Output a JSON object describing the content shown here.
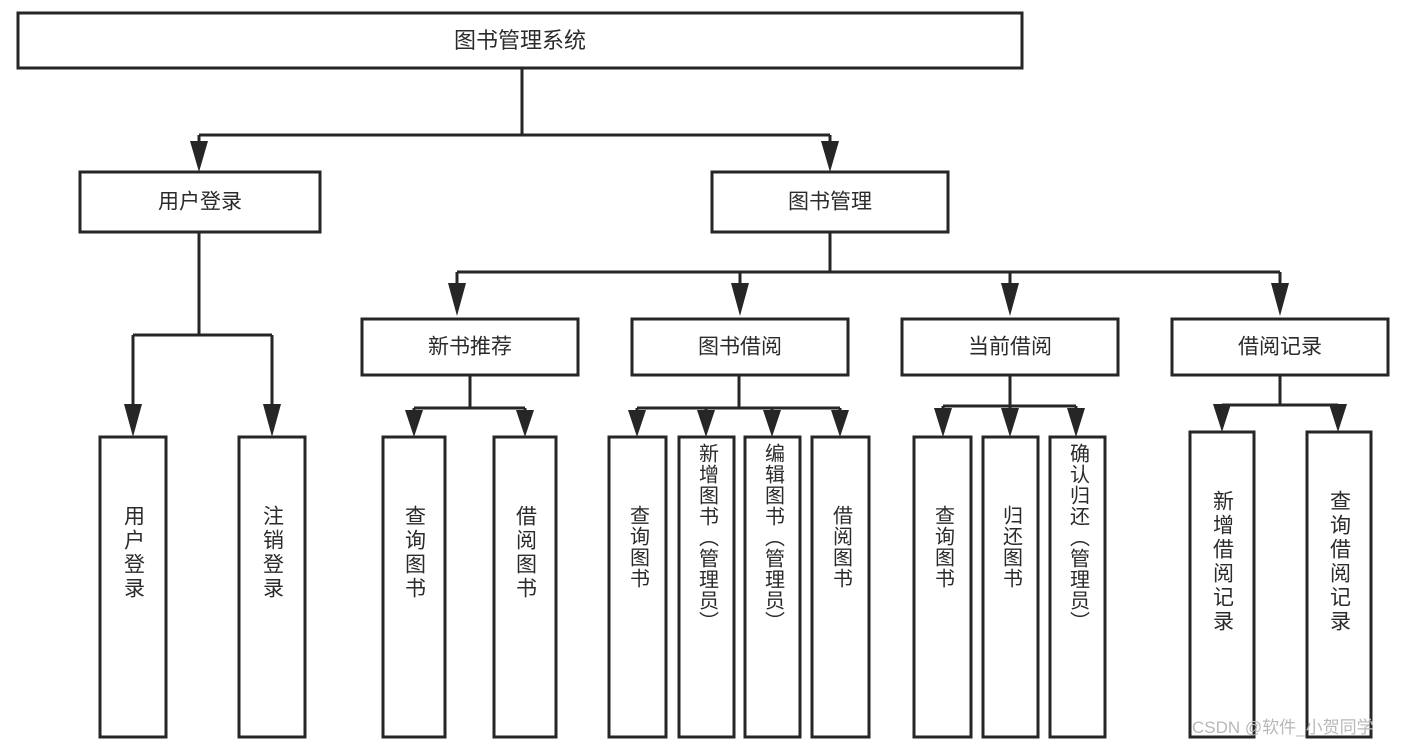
{
  "diagram": {
    "type": "hierarchy-tree",
    "title": "图书管理系统",
    "orientation": "top-down",
    "colors": {
      "box_stroke": "#262626",
      "box_fill": "#ffffff",
      "connector": "#262626",
      "text": "#2b2b2b",
      "watermark": "#b8b8b8",
      "background": "#ffffff"
    },
    "root": {
      "label": "图书管理系统"
    },
    "level2": [
      {
        "label": "用户登录"
      },
      {
        "label": "图书管理"
      }
    ],
    "level3": [
      {
        "label": "新书推荐"
      },
      {
        "label": "图书借阅"
      },
      {
        "label": "当前借阅"
      },
      {
        "label": "借阅记录"
      }
    ],
    "leaves": {
      "user_login": [
        {
          "label": "用户登录"
        },
        {
          "label": "注销登录"
        }
      ],
      "new_book_recommend": [
        {
          "label": "查询图书"
        },
        {
          "label": "借阅图书"
        }
      ],
      "book_borrow": [
        {
          "label": "查询图书"
        },
        {
          "label": "新增图书（管理员）"
        },
        {
          "label": "编辑图书（管理员）"
        },
        {
          "label": "借阅图书"
        }
      ],
      "current_borrow": [
        {
          "label": "查询图书"
        },
        {
          "label": "归还图书"
        },
        {
          "label": "确认归还（管理员）"
        }
      ],
      "borrow_record": [
        {
          "label": "新增借阅记录"
        },
        {
          "label": "查询借阅记录"
        }
      ]
    }
  },
  "watermark": {
    "text": "CSDN @软件_小贺同学"
  }
}
